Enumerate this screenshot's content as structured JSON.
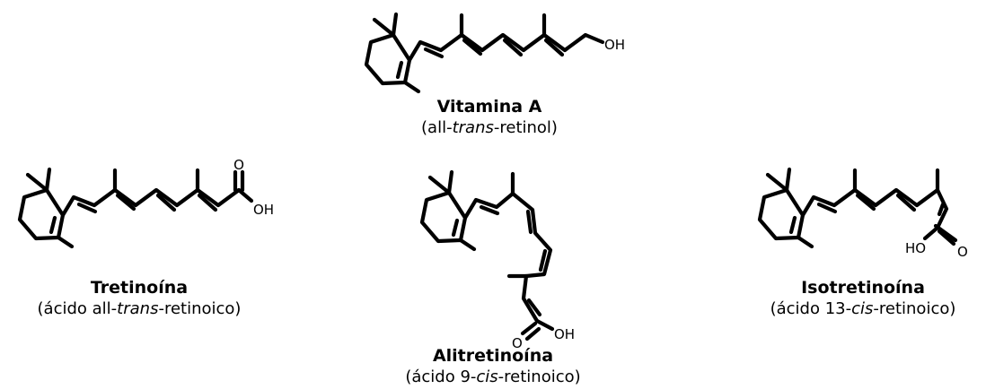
{
  "molecules": {
    "vitamin_a": {
      "name": "Vitamina A",
      "desc_pre": "(all-",
      "desc_it": "trans",
      "desc_post": "-retinol)",
      "atoms": {
        "oh": "OH"
      }
    },
    "tretinoin": {
      "name": "Tretinoína",
      "desc_pre": "(ácido all-",
      "desc_it": "trans",
      "desc_post": "-retinoico)",
      "atoms": {
        "o": "O",
        "oh": "OH"
      }
    },
    "alitretinoin": {
      "name": "Alitretinoína",
      "desc_pre": "(ácido 9-",
      "desc_it": "cis",
      "desc_post": "-retinoico)",
      "atoms": {
        "o": "O",
        "oh": "OH"
      }
    },
    "isotretinoin": {
      "name": "Isotretinoína",
      "desc_pre": "(ácido 13-",
      "desc_it": "cis",
      "desc_post": "-retinoico)",
      "atoms": {
        "o": "O",
        "ho": "HO"
      }
    }
  }
}
